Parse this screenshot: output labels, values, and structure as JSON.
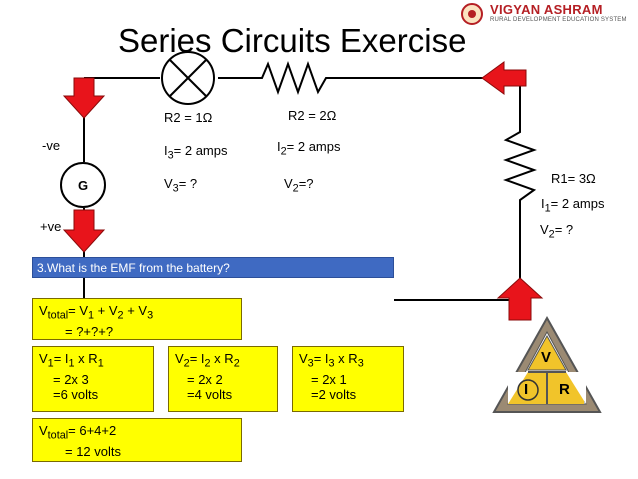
{
  "title": "Series Circuits Exercise",
  "logo": {
    "name": "VIGYAN ASHRAM",
    "tagline": "RURAL DEVELOPMENT EDUCATION SYSTEM"
  },
  "galvanometer": {
    "label": "G",
    "neg": "-ve",
    "pos": "+ve"
  },
  "bulb": {
    "r": "R2 = 1Ω",
    "i_base": "I",
    "i_sub": "3",
    "i_rest": "= 2 amps",
    "v_base": "V",
    "v_sub": "3",
    "v_rest": "= ?"
  },
  "resistor2": {
    "r": "R2 = 2Ω",
    "i_base": "I",
    "i_sub": "2",
    "i_rest": "= 2 amps",
    "v_base": "V",
    "v_sub": "2",
    "v_rest": "=?"
  },
  "resistor1": {
    "r": "R1= 3Ω",
    "i_base": "I",
    "i_sub": "1",
    "i_rest": "= 2 amps",
    "v_base": "V",
    "v_sub": "2",
    "v_rest": "= ?"
  },
  "question": "3.What is the EMF from the battery?",
  "vtotal_box": {
    "l1_a": "V",
    "l1_a_sub": "total",
    "l1_b": "= V",
    "l1_b_sub": "1",
    "l1_c": " + V",
    "l1_c_sub": "2",
    "l1_d": " + V",
    "l1_d_sub": "3",
    "l2": "= ?+?+?"
  },
  "calc1": {
    "a": "V",
    "a_sub": "1",
    "b": "= I",
    "b_sub": "1",
    "c": " x R",
    "c_sub": "1",
    "l2": "= 2x 3",
    "l3": "=6 volts"
  },
  "calc2": {
    "a": "V",
    "a_sub": "2",
    "b": "= I",
    "b_sub": "2",
    "c": " x R",
    "c_sub": "2",
    "l2": "= 2x 2",
    "l3": "=4 volts"
  },
  "calc3": {
    "a": "V",
    "a_sub": "3",
    "b": "= I",
    "b_sub": "3",
    "c": " x R",
    "c_sub": "3",
    "l2": "= 2x 1",
    "l3": "=2 volts"
  },
  "total_box": {
    "a": "V",
    "a_sub": "total",
    "b": "= 6+4+2",
    "l2": "= 12 volts"
  },
  "triangle": {
    "top": "V",
    "left": "I",
    "right": "R"
  },
  "colors": {
    "arrow": "#e8141b",
    "question_bg": "#3f6ac2",
    "box_bg": "#ffff00",
    "triangle_fill": "#9b8a73"
  }
}
